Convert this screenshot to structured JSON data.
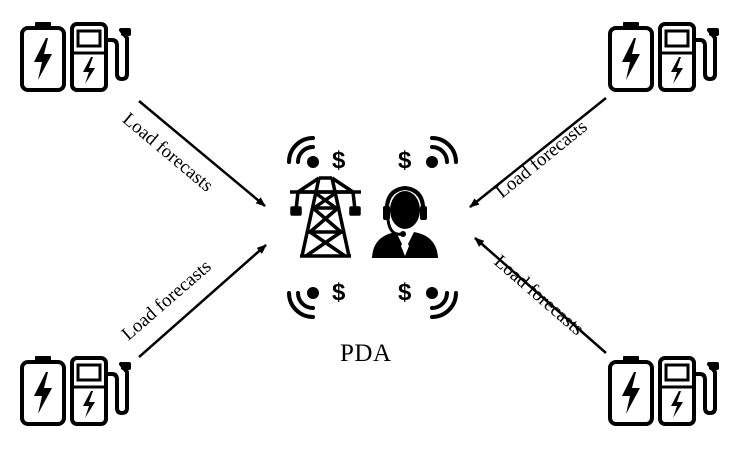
{
  "center": {
    "label": "PDA",
    "currency_symbol": "$",
    "icons": [
      "transmission-tower-icon",
      "operator-headset-icon",
      "signal-wave-icon"
    ]
  },
  "edges": [
    {
      "label": "Load forecasts"
    },
    {
      "label": "Load forecasts"
    },
    {
      "label": "Load forecasts"
    },
    {
      "label": "Load forecasts"
    }
  ],
  "stations": [
    {
      "icons": [
        "battery-bolt-icon",
        "charging-station-icon"
      ]
    },
    {
      "icons": [
        "battery-bolt-icon",
        "charging-station-icon"
      ]
    },
    {
      "icons": [
        "battery-bolt-icon",
        "charging-station-icon"
      ]
    },
    {
      "icons": [
        "battery-bolt-icon",
        "charging-station-icon"
      ]
    }
  ],
  "colors": {
    "ink": "#000000",
    "background": "#ffffff"
  }
}
